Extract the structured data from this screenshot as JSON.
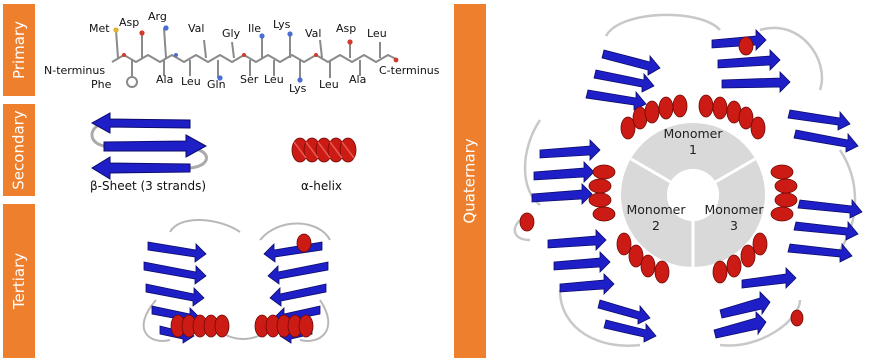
{
  "panels": {
    "primary": "Primary",
    "secondary": "Secondary",
    "tertiary": "Tertiary",
    "quaternary": "Quaternary"
  },
  "primary": {
    "n_terminus": "N-terminus",
    "c_terminus": "C-terminus",
    "residues_top": [
      "Met",
      "Asp",
      "Arg",
      "Val",
      "Gly",
      "Ile",
      "Lys",
      "Val",
      "Asp",
      "Leu"
    ],
    "residues_bottom": [
      "Phe",
      "Ala",
      "Leu",
      "Gln",
      "Ser",
      "Leu",
      "Lys",
      "Leu",
      "Ala"
    ]
  },
  "secondary": {
    "sheet_caption": "β-Sheet (3 strands)",
    "helix_caption": "α-helix"
  },
  "quaternary": {
    "monomers": [
      {
        "word": "Monomer",
        "num": "1"
      },
      {
        "word": "Monomer",
        "num": "2"
      },
      {
        "word": "Monomer",
        "num": "3"
      }
    ]
  },
  "colors": {
    "tab": "#ee7f2d",
    "sheet": "#1f1fc8",
    "helix": "#cc1b14",
    "disc": "#d9d9d9",
    "coil": "#c8c8c8"
  }
}
